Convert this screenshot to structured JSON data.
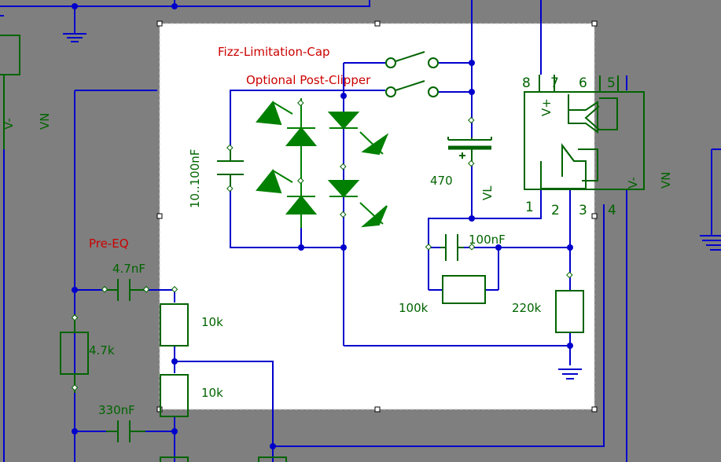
{
  "labels": {
    "fizz": "Fizz-Limitation-Cap",
    "optional": "Optional Post-Clipper",
    "pre_eq": "Pre-EQ",
    "cap_range": "10..100nF",
    "c470": "470",
    "c4_7n": "4.7nF",
    "c330n": "330nF",
    "c100n": "100nF",
    "r4_7k": "4.7k",
    "r10k_a": "10k",
    "r10k_b": "10k",
    "r100k": "100k",
    "r220k": "220k",
    "vl": "VL",
    "vn_left": "VN",
    "vm_left": "V-",
    "vn_right": "VN",
    "vm_right": "V-",
    "vplus": "V+"
  },
  "pins": {
    "p8": "8",
    "p7": "7",
    "p6": "6",
    "p5": "5",
    "p1": "1",
    "p2": "2",
    "p3": "3",
    "p4": "4"
  },
  "colors": {
    "background": "#7f7f7f",
    "selection": "#ffffff",
    "wire": "#0000cc",
    "component": "#006400",
    "diode": "#008000",
    "label_red": "#cc0000"
  }
}
